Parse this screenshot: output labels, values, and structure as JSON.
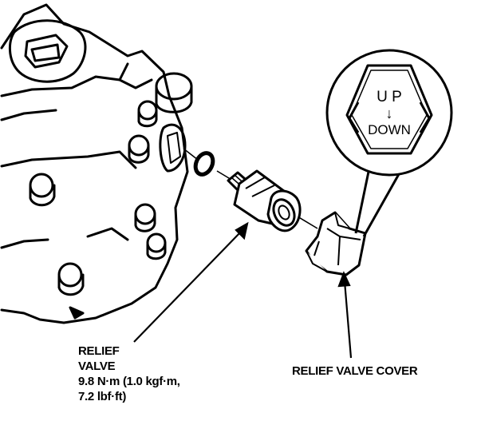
{
  "callouts": {
    "relief_valve": {
      "line1": "RELIEF",
      "line2": "VALVE",
      "torque_line1": "9.8 N·m (1.0 kgf·m,",
      "torque_line2": "7.2 lbf·ft)"
    },
    "relief_valve_cover": "RELIEF VALVE COVER"
  },
  "cover_marking": {
    "up": "U P",
    "arrow": "↓",
    "down": "DOWN"
  }
}
